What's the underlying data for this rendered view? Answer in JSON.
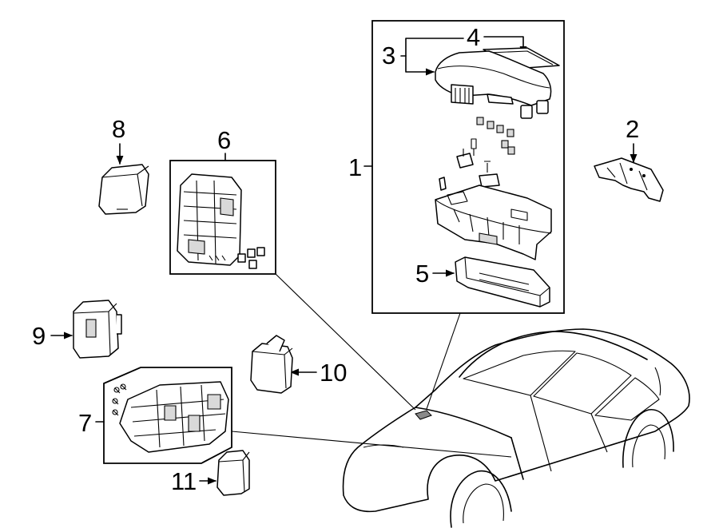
{
  "diagram": {
    "callouts": {
      "c1": "1",
      "c2": "2",
      "c3": "3",
      "c4": "4",
      "c5": "5",
      "c6": "6",
      "c7": "7",
      "c8": "8",
      "c9": "9",
      "c10": "10",
      "c11": "11"
    }
  }
}
